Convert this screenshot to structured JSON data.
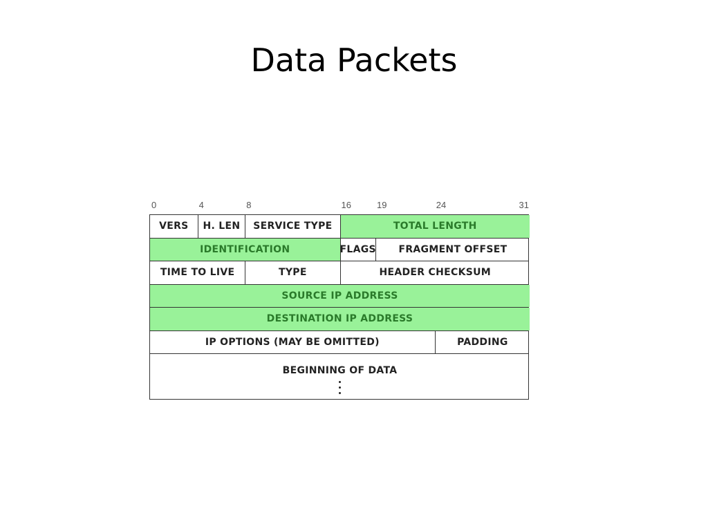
{
  "slide": {
    "title": "Data Packets"
  },
  "bit_labels": [
    "0",
    "4",
    "8",
    "16",
    "19",
    "24",
    "31"
  ],
  "packet_rows": [
    {
      "fields": [
        {
          "label": "VERS",
          "bits": [
            0,
            4
          ],
          "highlight": false
        },
        {
          "label": "H. LEN",
          "bits": [
            4,
            8
          ],
          "highlight": false
        },
        {
          "label": "SERVICE TYPE",
          "bits": [
            8,
            16
          ],
          "highlight": false
        },
        {
          "label": "TOTAL LENGTH",
          "bits": [
            16,
            32
          ],
          "highlight": true
        }
      ]
    },
    {
      "fields": [
        {
          "label": "IDENTIFICATION",
          "bits": [
            0,
            16
          ],
          "highlight": true
        },
        {
          "label": "FLAGS",
          "bits": [
            16,
            19
          ],
          "highlight": false
        },
        {
          "label": "FRAGMENT OFFSET",
          "bits": [
            19,
            32
          ],
          "highlight": false
        }
      ]
    },
    {
      "fields": [
        {
          "label": "TIME TO LIVE",
          "bits": [
            0,
            8
          ],
          "highlight": false
        },
        {
          "label": "TYPE",
          "bits": [
            8,
            16
          ],
          "highlight": false
        },
        {
          "label": "HEADER CHECKSUM",
          "bits": [
            16,
            32
          ],
          "highlight": false
        }
      ]
    },
    {
      "fields": [
        {
          "label": "SOURCE IP ADDRESS",
          "bits": [
            0,
            32
          ],
          "highlight": true
        }
      ]
    },
    {
      "fields": [
        {
          "label": "DESTINATION IP ADDRESS",
          "bits": [
            0,
            32
          ],
          "highlight": true
        }
      ]
    },
    {
      "fields": [
        {
          "label": "IP OPTIONS (MAY BE OMITTED)",
          "bits": [
            0,
            24
          ],
          "highlight": false
        },
        {
          "label": "PADDING",
          "bits": [
            24,
            32
          ],
          "highlight": false
        }
      ]
    },
    {
      "fields": [
        {
          "label": "BEGINNING OF DATA",
          "bits": [
            0,
            32
          ],
          "highlight": false,
          "continues": true
        }
      ]
    }
  ],
  "colors": {
    "highlight_fill": "#99f299",
    "highlight_text": "#2a7a2a",
    "border": "#333333"
  }
}
